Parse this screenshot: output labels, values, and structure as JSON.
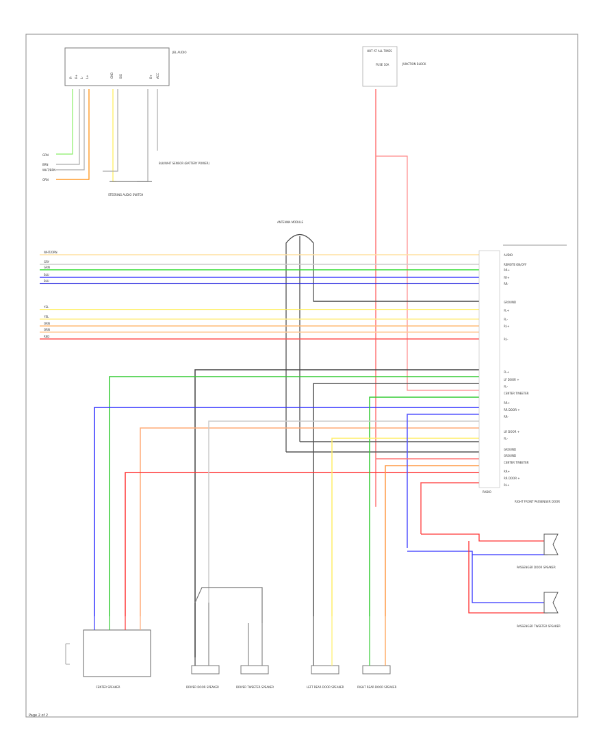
{
  "title": "",
  "footer_text": "Page 2 of 2",
  "colors": {
    "frame": "#777777",
    "green": "#00cc00",
    "lightgreen": "#88ff88",
    "blue": "#2222ff",
    "red": "#ff2222",
    "pink": "#ff8888",
    "orange": "#ff8800",
    "lightorange": "#ffaa66",
    "yellow": "#ffee55",
    "lightyellow": "#ffe9a0",
    "gray": "#aaaaaa",
    "dark": "#333333"
  },
  "top_left_module": {
    "label": "JBL AUDIO",
    "pins": [
      "R-",
      "R+",
      "L-",
      "L+",
      "GND",
      "SIG",
      "B+",
      "ACC"
    ]
  },
  "top_left_wires": [
    "GRN",
    "BRN",
    "WHT/BRN",
    "ORN"
  ],
  "top_left_note": "BLK/WHT SENSOR (BATTERY POWER)",
  "steering_module_label": "STEERING AUDIO SWITCH",
  "fuse_block": {
    "label": "HOT AT ALL TIMES",
    "sublabel": "FUSE 10A"
  },
  "fuse_note": "JUNCTION BLOCK",
  "antenna_label": "ANTENNA MODULE",
  "amplifier_label": "RADIO",
  "upper_bus_left": [
    "WHT/ORN",
    "GRY",
    "GRN",
    "BLU",
    "BLU"
  ],
  "upper_bus_right": [
    "AUDIO",
    "REMOTE ON/OFF",
    "RR+",
    "FR+",
    "RR-"
  ],
  "mid_bus_left": [
    "YEL",
    "YEL",
    "ORN",
    "ORN",
    "RED"
  ],
  "mid_bus_right": [
    "GROUND",
    "FL+",
    "FL-",
    "RL+",
    "RL-"
  ],
  "lower_right_labels": [
    "FL+",
    "LF DOOR +",
    "FL-",
    "CENTER TWEETER",
    "RR+",
    "RR DOOR +",
    "RR-",
    "LR DOOR +",
    "FL-",
    "GROUND",
    "GROUND",
    "CENTER TWEETER",
    "RR+",
    "RR DOOR +",
    "RL+"
  ],
  "right_module_label": "RIGHT FRONT PASSENGER DOOR",
  "right_speaker_1": "PASSENGER DOOR SPEAKER",
  "right_speaker_2": "PASSENGER TWEETER SPEAKER",
  "bottom_speakers": [
    "CENTER SPEAKER",
    "DRIVER DOOR SPEAKER",
    "DRIVER TWEETER SPEAKER",
    "LEFT REAR DOOR SPEAKER",
    "RIGHT REAR DOOR SPEAKER"
  ]
}
